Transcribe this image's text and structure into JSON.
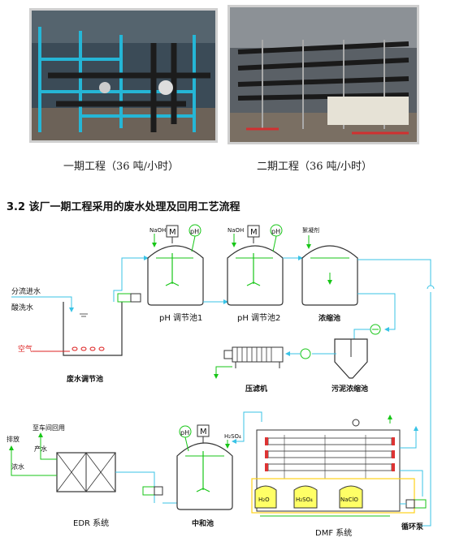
{
  "captions": {
    "phase1": "一期工程（36 吨/小时）",
    "phase2": "二期工程（36 吨/小时）"
  },
  "section": {
    "heading": "3.2 该厂一期工程采用的废水处理及回用工艺流程"
  },
  "diagram": {
    "inlet_labels": {
      "split_influent": "分流进水",
      "acid_wash": "酸洗水",
      "air": "空气"
    },
    "tanks": {
      "equalization": "废水调节池",
      "ph_tank_1": "pH 调节池1",
      "ph_tank_2": "pH 调节池2",
      "concentrate": "浓缩池",
      "sludge_thickener": "污泥浓缩池",
      "filter_press": "压滤机",
      "neutralization": "中和池"
    },
    "dosing": {
      "naoh_1": "NaOH",
      "naoh_2": "NaOH",
      "flocculant": "絮凝剂",
      "h2so4": "H₂SO₄",
      "ph_probe": "pH",
      "mixer": "M"
    },
    "edr": {
      "name": "EDR 系统",
      "discharge": "排放",
      "reuse": "至车间回用",
      "product_water": "产水",
      "concentrate_water": "浓水"
    },
    "dmf": {
      "name": "DMF 系统",
      "circulation_pump": "循环泵",
      "chem_h2o": "H₂O",
      "chem_h2so4": "H₂SO₄",
      "chem_naclo": "NaClO"
    }
  },
  "colors": {
    "pipe": "#39c3e6",
    "agitator": "#17c617",
    "equipment": "#333333",
    "chem_fill": "#ffff66"
  }
}
